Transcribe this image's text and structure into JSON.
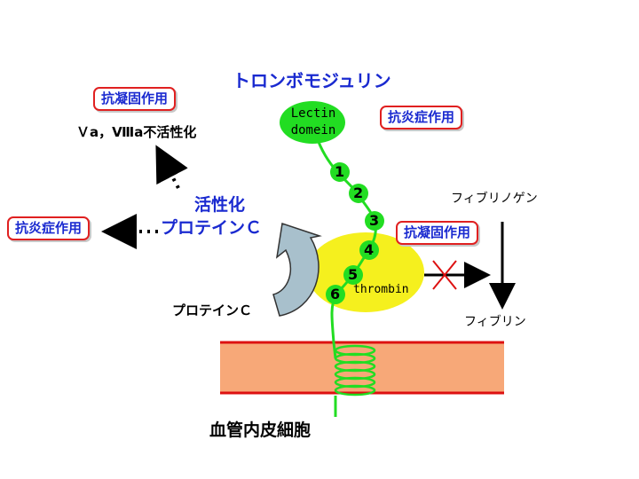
{
  "title": "トロンボモジュリン",
  "lectin_domain": {
    "line1": "Lectin",
    "line2": "domein"
  },
  "egf_domains": [
    "1",
    "2",
    "3",
    "4",
    "5",
    "6"
  ],
  "thrombin": "thrombin",
  "effects": {
    "anticoag_left": "抗凝固作用",
    "anti_inflam_top": "抗炎症作用",
    "anti_inflam_left": "抗炎症作用",
    "anticoag_right": "抗凝固作用"
  },
  "factor_inactivation": "Ｖa，Ⅷa不活性化",
  "activated_protein_c": {
    "line1": "活性化",
    "line2": "プロテインＣ"
  },
  "protein_c": "プロテインＣ",
  "fibrinogen": "フィブリノゲン",
  "fibrin": "フィブリン",
  "endothelial_cell": "血管内皮細胞",
  "colors": {
    "title_blue": "#1a2ad0",
    "box_border_red": "#e02020",
    "tm_chain_green": "#22dd22",
    "thrombin_yellow": "#f5f01e",
    "membrane_fill": "#f7a878",
    "membrane_edge": "#dd1111",
    "arrow_gray": "#a8c0cc"
  }
}
